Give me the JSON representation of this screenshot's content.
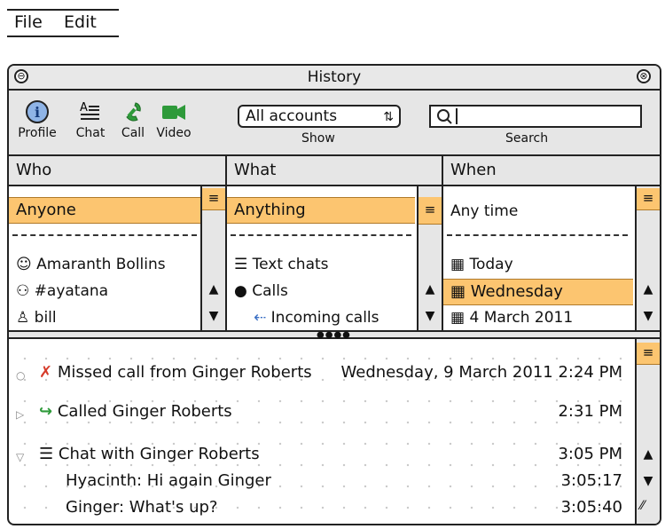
{
  "menu": {
    "file": "File",
    "edit": "Edit"
  },
  "window": {
    "title": "History",
    "minimize_glyph": "⊖",
    "close_glyph": "⊗"
  },
  "toolbar": {
    "profile": "Profile",
    "chat": "Chat",
    "call": "Call",
    "video": "Video",
    "account_value": "All accounts",
    "show_label": "Show",
    "search_value": "",
    "search_label": "Search"
  },
  "columns": {
    "who": {
      "header": "Who",
      "selected": "Anyone",
      "items": [
        "Amaranth Bollins",
        "#ayatana",
        "bill"
      ]
    },
    "what": {
      "header": "What",
      "selected": "Anything",
      "items": [
        "Text chats",
        "Calls",
        "Incoming calls"
      ]
    },
    "when": {
      "header": "When",
      "first": "Any time",
      "items": [
        "Today",
        "Wednesday",
        "4 March 2011"
      ],
      "selected_index": 1
    }
  },
  "log": {
    "entries": [
      {
        "text": "Missed call from Ginger Roberts",
        "time": "Wednesday, 9 March 2011  2:24 PM"
      },
      {
        "text": "Called Ginger Roberts",
        "time": "2:31 PM"
      },
      {
        "text": "Chat with Ginger Roberts",
        "time": "3:05 PM"
      }
    ],
    "messages": [
      {
        "text": "Hyacinth: Hi again Ginger",
        "time": "3:05:17"
      },
      {
        "text": "Ginger: What's up?",
        "time": "3:05:40"
      }
    ]
  },
  "colors": {
    "selection": "#fcc570",
    "accent_blue": "#3a6fc4",
    "accent_green": "#2e9a3a",
    "missed_red": "#d63b2a"
  },
  "icons": [
    "info-icon",
    "chat-icon",
    "phone-icon",
    "video-icon",
    "search-icon",
    "contact-icon",
    "group-icon",
    "text-chat-icon",
    "speech-bubble-icon",
    "incoming-call-icon",
    "calendar-icon",
    "missed-call-icon",
    "outgoing-call-icon"
  ]
}
